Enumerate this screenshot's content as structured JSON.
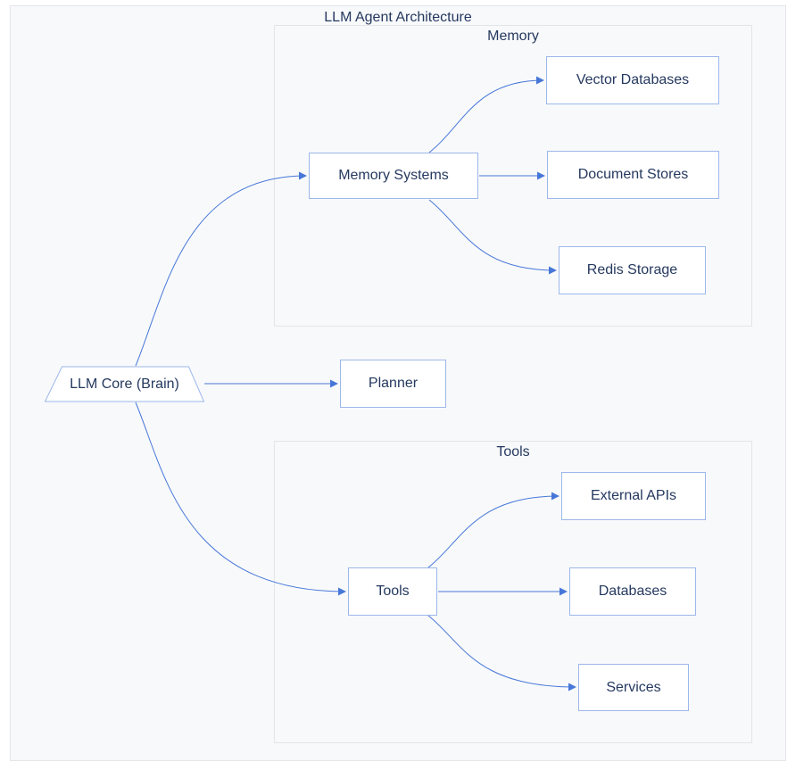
{
  "diagram": {
    "title": "LLM Agent Architecture",
    "clusters": {
      "memory": {
        "label": "Memory"
      },
      "tools": {
        "label": "Tools"
      }
    },
    "nodes": {
      "llm_core": {
        "label": "LLM Core (Brain)",
        "shape": "trapezoid"
      },
      "memory_systems": {
        "label": "Memory Systems",
        "shape": "rect"
      },
      "vector_databases": {
        "label": "Vector Databases",
        "shape": "rect"
      },
      "document_stores": {
        "label": "Document Stores",
        "shape": "rect"
      },
      "redis_storage": {
        "label": "Redis Storage",
        "shape": "rect"
      },
      "planner": {
        "label": "Planner",
        "shape": "rect"
      },
      "tools": {
        "label": "Tools",
        "shape": "rect"
      },
      "external_apis": {
        "label": "External APIs",
        "shape": "rect"
      },
      "databases": {
        "label": "Databases",
        "shape": "rect"
      },
      "services": {
        "label": "Services",
        "shape": "rect"
      }
    },
    "edges": [
      {
        "from": "LLM Core (Brain)",
        "to": "Memory Systems"
      },
      {
        "from": "LLM Core (Brain)",
        "to": "Planner"
      },
      {
        "from": "LLM Core (Brain)",
        "to": "Tools"
      },
      {
        "from": "Memory Systems",
        "to": "Vector Databases"
      },
      {
        "from": "Memory Systems",
        "to": "Document Stores"
      },
      {
        "from": "Memory Systems",
        "to": "Redis Storage"
      },
      {
        "from": "Tools",
        "to": "External APIs"
      },
      {
        "from": "Tools",
        "to": "Databases"
      },
      {
        "from": "Tools",
        "to": "Services"
      }
    ],
    "colors": {
      "node_border": "#9cb7ea",
      "node_fill": "#ffffff",
      "edge_line": "#4677d8",
      "text": "#25395f",
      "cluster_fill": "#f8f9fb",
      "cluster_border": "#e3e5e9"
    }
  }
}
